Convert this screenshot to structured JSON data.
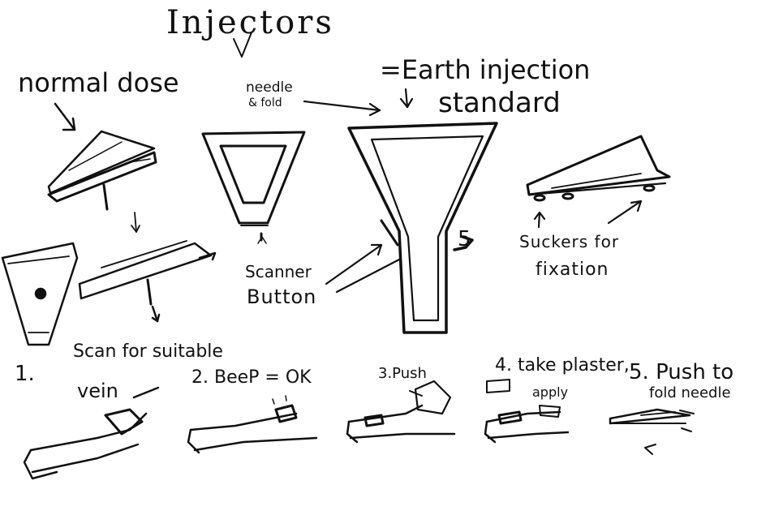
{
  "title": "Injectors",
  "labels": {
    "normal_dose": "normal dose",
    "needle_fold_line1": "needle",
    "needle_fold_line2": "& fold",
    "earth_standard_line1": "=Earth injection",
    "earth_standard_line2": "standard",
    "scanner_button_line1": "Scanner",
    "scanner_button_line2": "Button",
    "suckers_line1": "Suckers for",
    "suckers_line2": "fixation",
    "side_number": "5"
  },
  "steps": {
    "step1_num": "1.",
    "step1_line1": "Scan for suitable",
    "step1_line2": "vein",
    "step2": "2. BeeP = OK",
    "step3": "3.Push",
    "step4_line1": "4. take plaster,",
    "step4_line2": "apply",
    "step5_line1": "5. Push to",
    "step5_line2": "fold needle"
  },
  "colors": {
    "ink": "#111111",
    "paper": "#ffffff"
  }
}
